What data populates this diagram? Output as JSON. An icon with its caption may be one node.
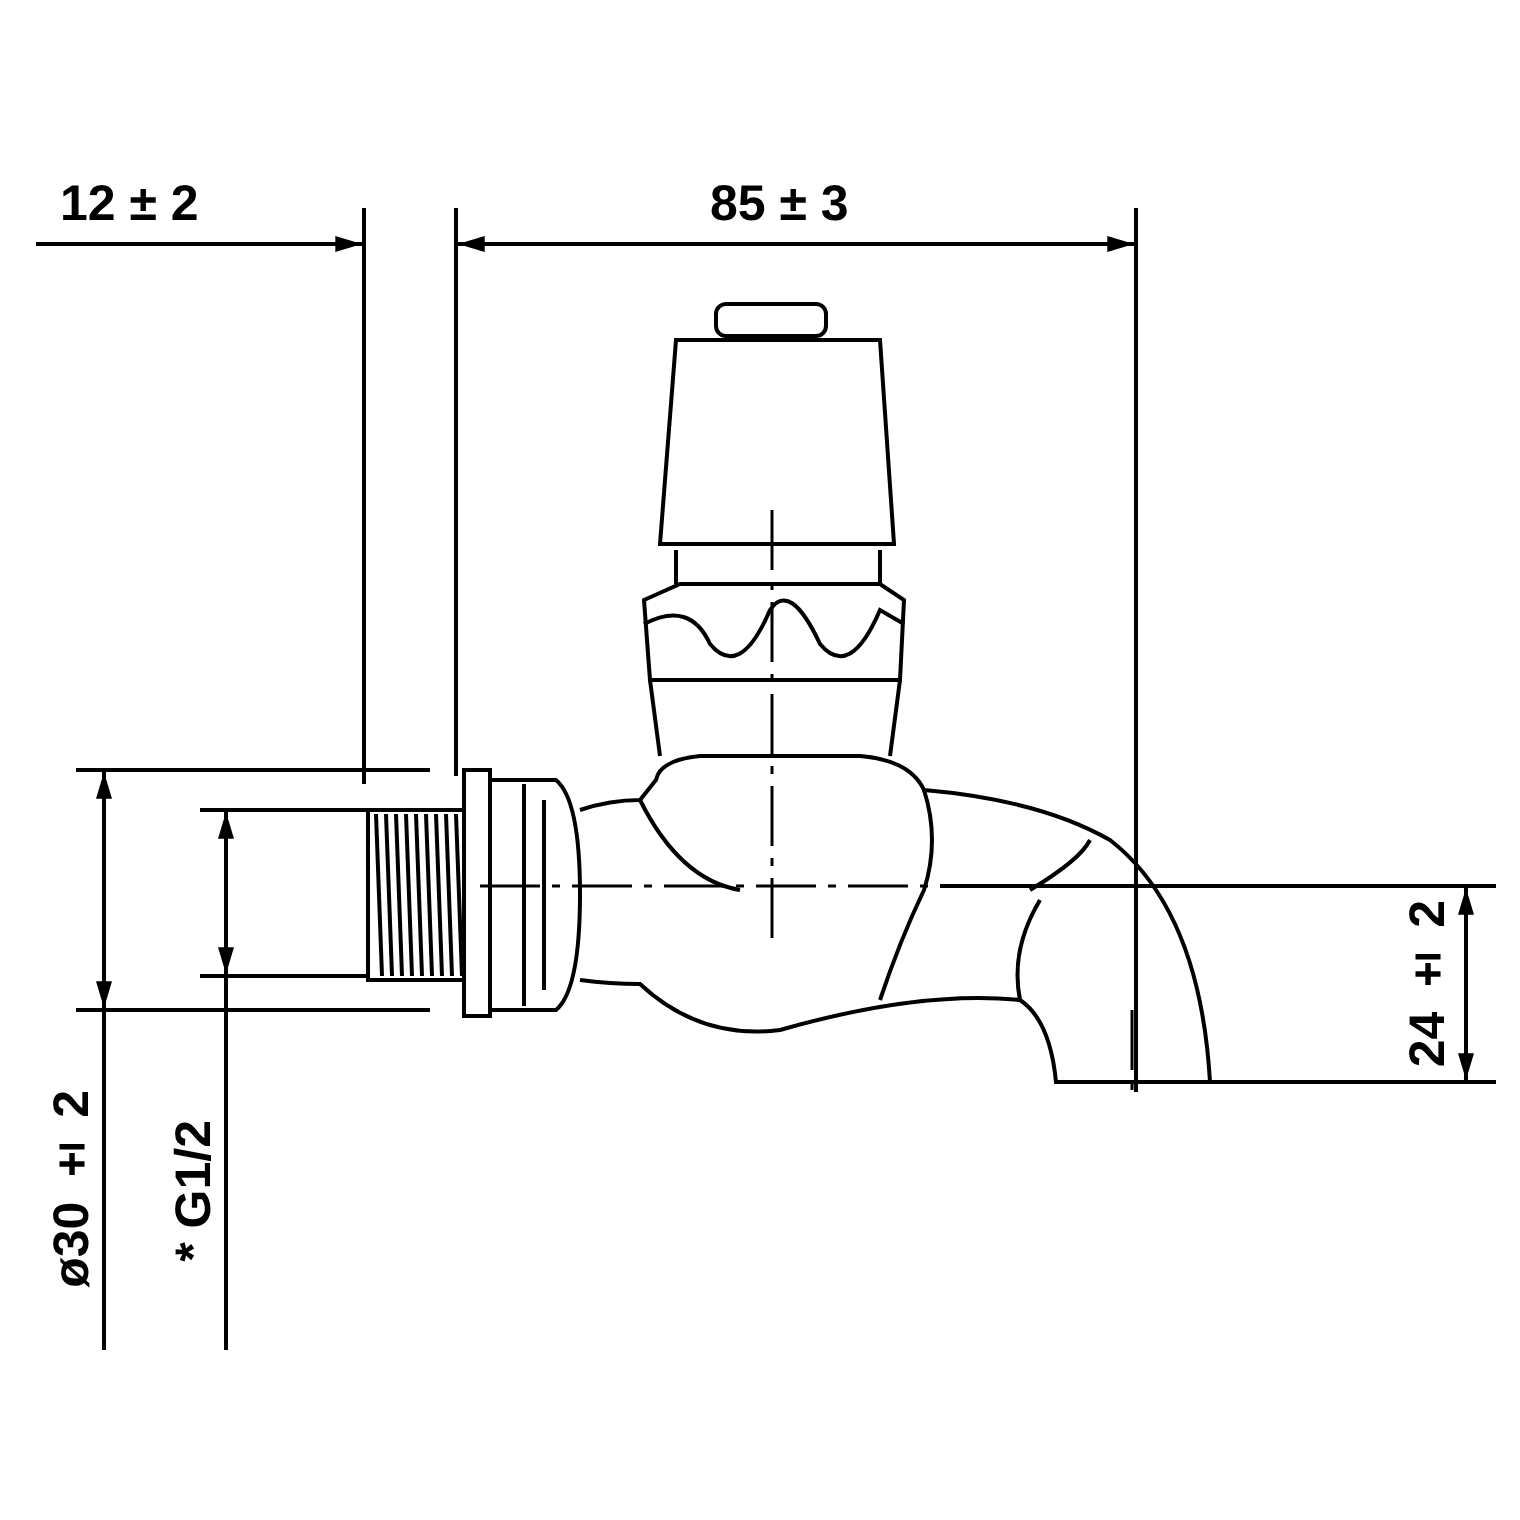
{
  "diagram": {
    "labels": [
      "12 ± 2",
      "85 ± 3",
      "24 ± 2",
      "ø30 ± 2",
      "* G1/2"
    ]
  }
}
